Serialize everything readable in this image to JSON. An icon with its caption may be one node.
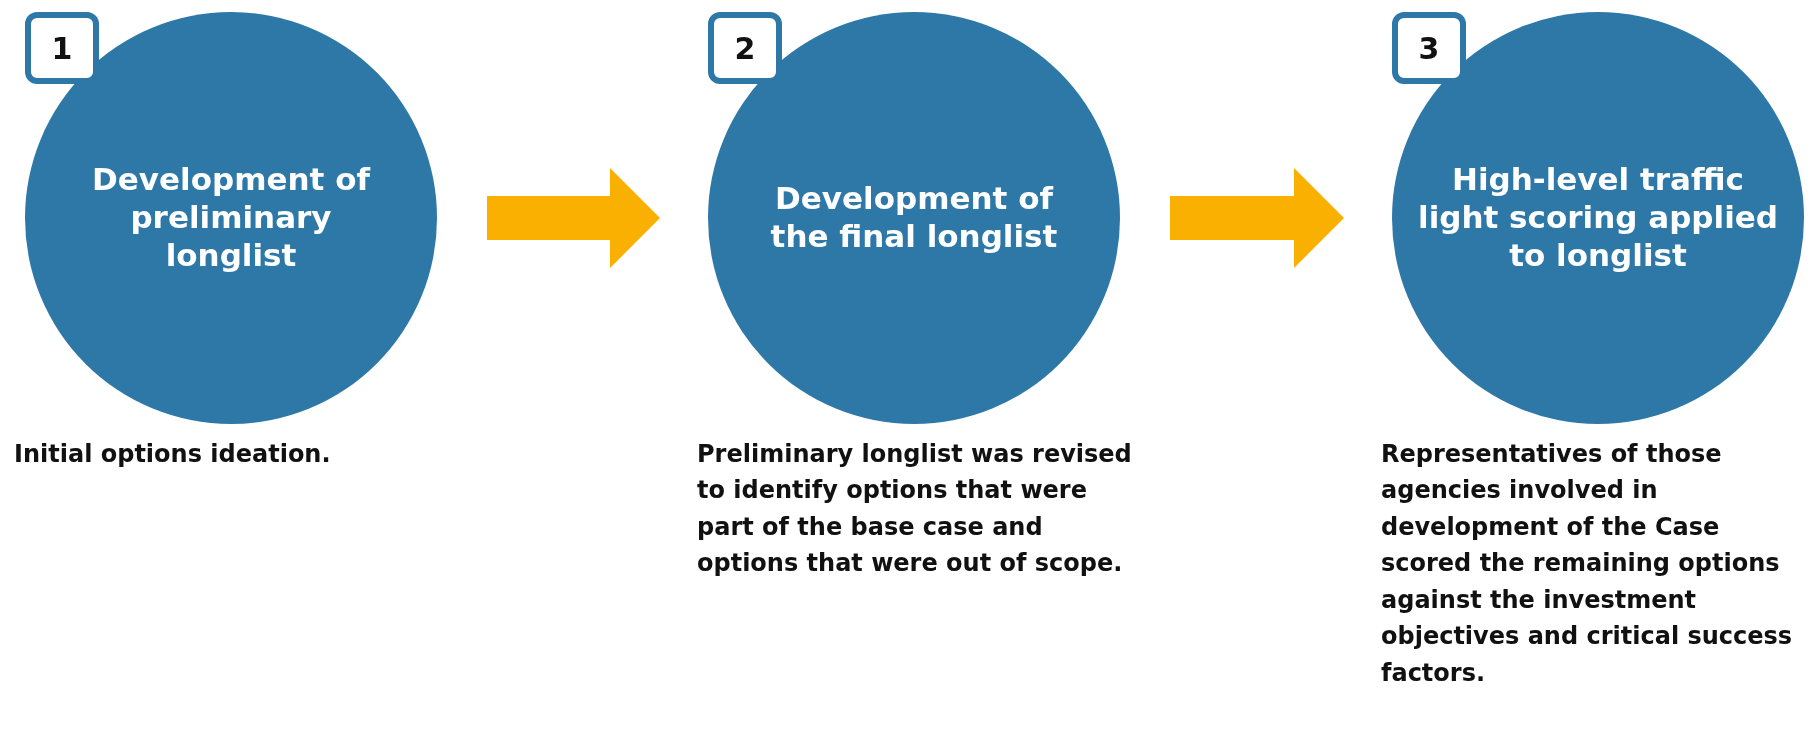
{
  "diagram": {
    "nodes": [
      {
        "text": [
          "1",
          "Development of preliminary longlist"
        ],
        "beside": [
          "Initial options ideation."
        ]
      },
      {
        "text": [
          "2",
          "Development of the final longlist"
        ],
        "beside": [
          "Preliminary longlist was revised to identify options that were part of the base case and options that were out of scope."
        ]
      },
      {
        "text": [
          "3",
          "High-level traffic light scoring applied to longlist"
        ],
        "beside": [
          "Representatives of those agencies involved in development of the Case scored the remaining options against the investment objectives and critical success factors."
        ]
      }
    ],
    "edges": [
      {
        "from": 0,
        "to": 1,
        "arrow": "to"
      },
      {
        "from": 1,
        "to": 2,
        "arrow": "to"
      }
    ]
  }
}
